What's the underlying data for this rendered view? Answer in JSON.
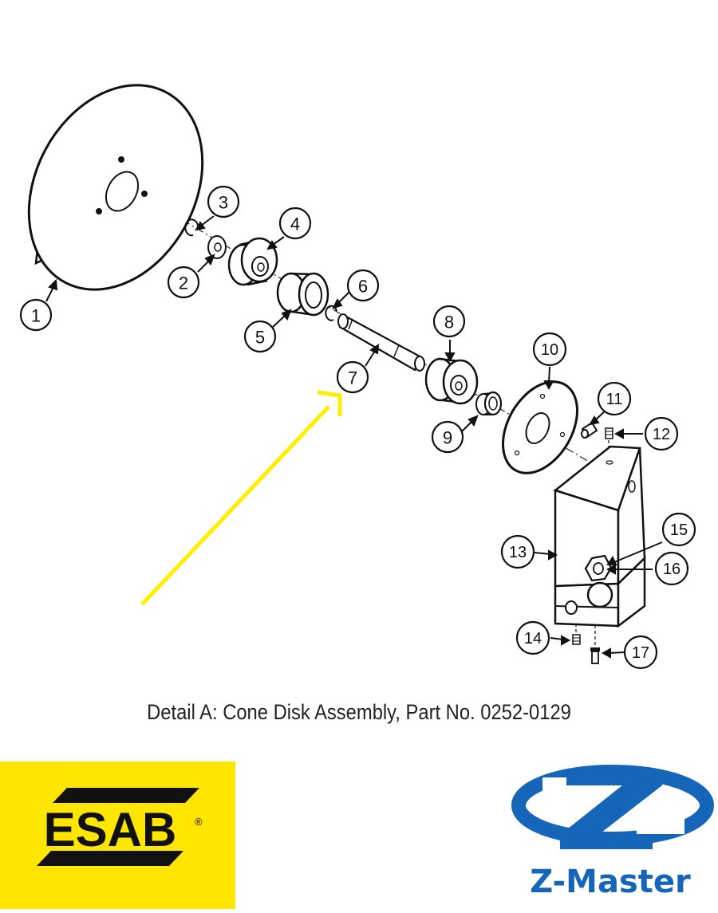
{
  "caption": "Detail A:  Cone Disk Assembly, Part No. 0252-0129",
  "callouts": [
    "1",
    "2",
    "3",
    "4",
    "5",
    "6",
    "7",
    "8",
    "9",
    "10",
    "11",
    "12",
    "13",
    "14",
    "15",
    "16",
    "17"
  ],
  "logos": {
    "esab": {
      "text": "ESAB",
      "registered": "®",
      "bg_color": "#ffe600"
    },
    "zmaster": {
      "text": "Z-Master",
      "color": "#1565b8"
    }
  },
  "highlight_arrow_color": "#ffee00"
}
